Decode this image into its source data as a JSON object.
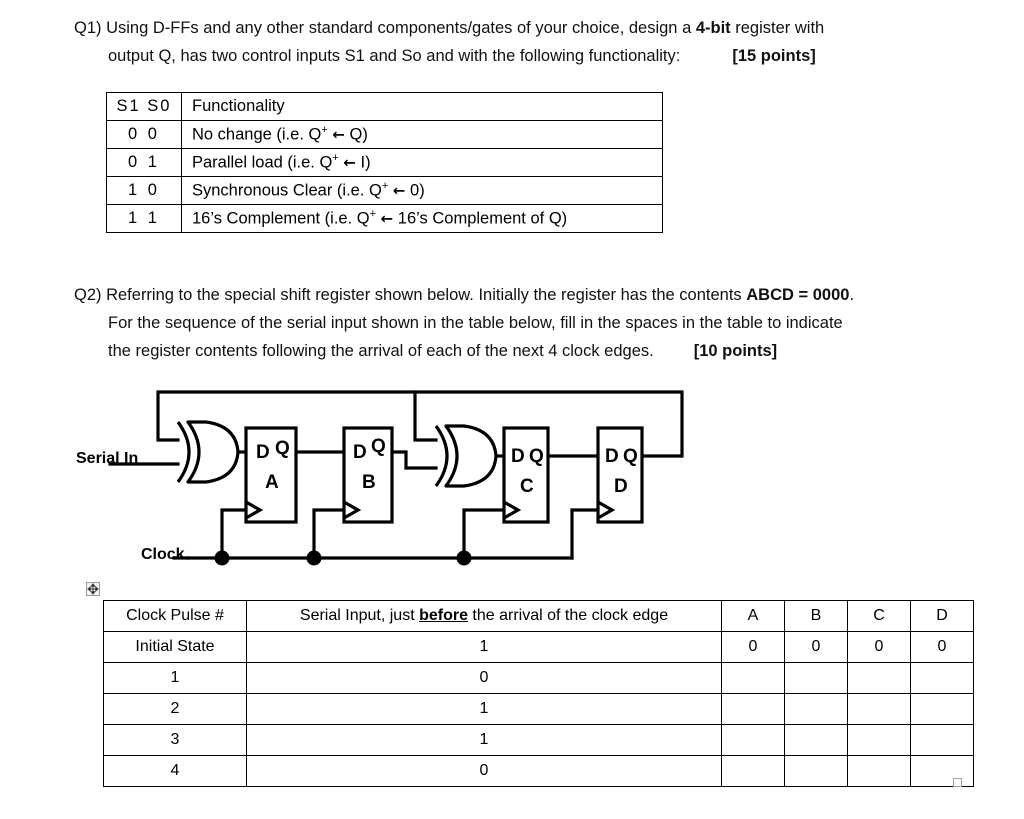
{
  "q1": {
    "line1_pre": "Q1) Using D-FFs and any other standard components/gates of your choice, design a ",
    "line1_bold": "4-bit",
    "line1_post": " register with",
    "line2": "output Q, has two control inputs S1 and So and with the following functionality:",
    "points": "[15 points]",
    "table": {
      "headers": [
        "S1 S0",
        "Functionality"
      ],
      "rows": [
        {
          "sel": "0  0",
          "func_pre": "No change (i.e. Q",
          "func_sup": "+",
          "func_arrow": "←",
          "func_post": " Q)"
        },
        {
          "sel": "0  1",
          "func_pre": "Parallel load (i.e. Q",
          "func_sup": "+",
          "func_arrow": "←",
          "func_post": " I)"
        },
        {
          "sel": "1  0",
          "func_pre": "Synchronous Clear (i.e. Q",
          "func_sup": "+",
          "func_arrow": "←",
          "func_post": " 0)"
        },
        {
          "sel": "1  1",
          "func_pre": "16’s Complement (i.e. Q",
          "func_sup": "+",
          "func_arrow": "←",
          "func_post": " 16’s Complement of Q)"
        }
      ]
    }
  },
  "q2": {
    "line1_pre": "Q2) Referring to the special shift register shown below. Initially the register has the contents ",
    "line1_bold": "ABCD = 0000",
    "line1_post": ".",
    "line2": "For the sequence of the serial input shown in the table below, fill in the spaces in the table to indicate",
    "line3": "the register contents following the arrival of each of the next 4 clock edges.",
    "points": "[10 points]",
    "circuit": {
      "serial_in_label": "Serial In",
      "clock_label": "Clock",
      "flipflops": [
        {
          "name": "A",
          "d_label": "D",
          "q_label": "Q"
        },
        {
          "name": "B",
          "d_label": "D",
          "q_label": "Q"
        },
        {
          "name": "C",
          "d_label": "D",
          "q_label": "Q"
        },
        {
          "name": "D",
          "d_label": "D",
          "q_label": "Q"
        }
      ],
      "gates": [
        "xor-gate-1",
        "xor-gate-2"
      ]
    },
    "table": {
      "headers": [
        "Clock Pulse #",
        "Serial Input, just ",
        "before",
        " the arrival of the clock edge",
        "A",
        "B",
        "C",
        "D"
      ],
      "header_pulse": "Clock Pulse #",
      "header_serial_pre": "Serial Input, just ",
      "header_serial_em": "before",
      "header_serial_post": " the arrival of the clock edge",
      "header_a": "A",
      "header_b": "B",
      "header_c": "C",
      "header_d": "D",
      "rows": [
        {
          "pulse": "Initial State",
          "serial": "1",
          "a": "0",
          "b": "0",
          "c": "0",
          "d": "0"
        },
        {
          "pulse": "1",
          "serial": "0",
          "a": "",
          "b": "",
          "c": "",
          "d": ""
        },
        {
          "pulse": "2",
          "serial": "1",
          "a": "",
          "b": "",
          "c": "",
          "d": ""
        },
        {
          "pulse": "3",
          "serial": "1",
          "a": "",
          "b": "",
          "c": "",
          "d": ""
        },
        {
          "pulse": "4",
          "serial": "0",
          "a": "",
          "b": "",
          "c": "",
          "d": ""
        }
      ]
    }
  },
  "handles": {
    "move_handle_name": "table-move-handle",
    "resize_handle_name": "table-resize-handle"
  },
  "colors": {
    "ink": "#000000",
    "page": "#ffffff",
    "handle_border": "#9a9a9a"
  }
}
